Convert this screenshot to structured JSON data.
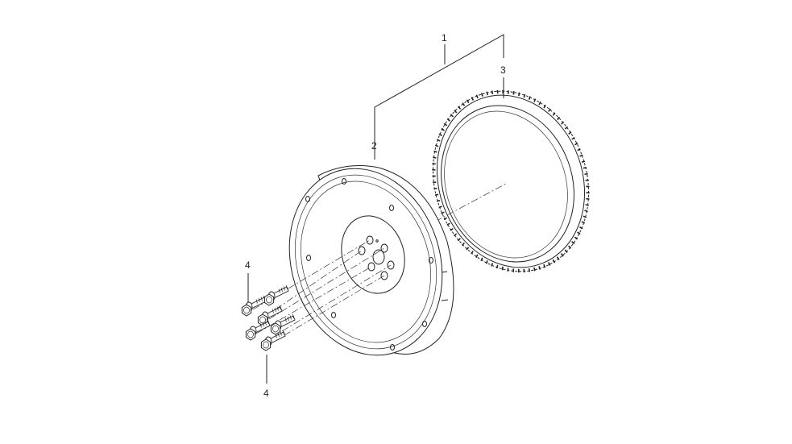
{
  "callouts": {
    "item_1": "1",
    "item_2": "2",
    "item_3": "3",
    "item_4_top": "4",
    "item_4_bottom": "4"
  },
  "colors": {
    "line": "#222222",
    "background": "#ffffff"
  }
}
